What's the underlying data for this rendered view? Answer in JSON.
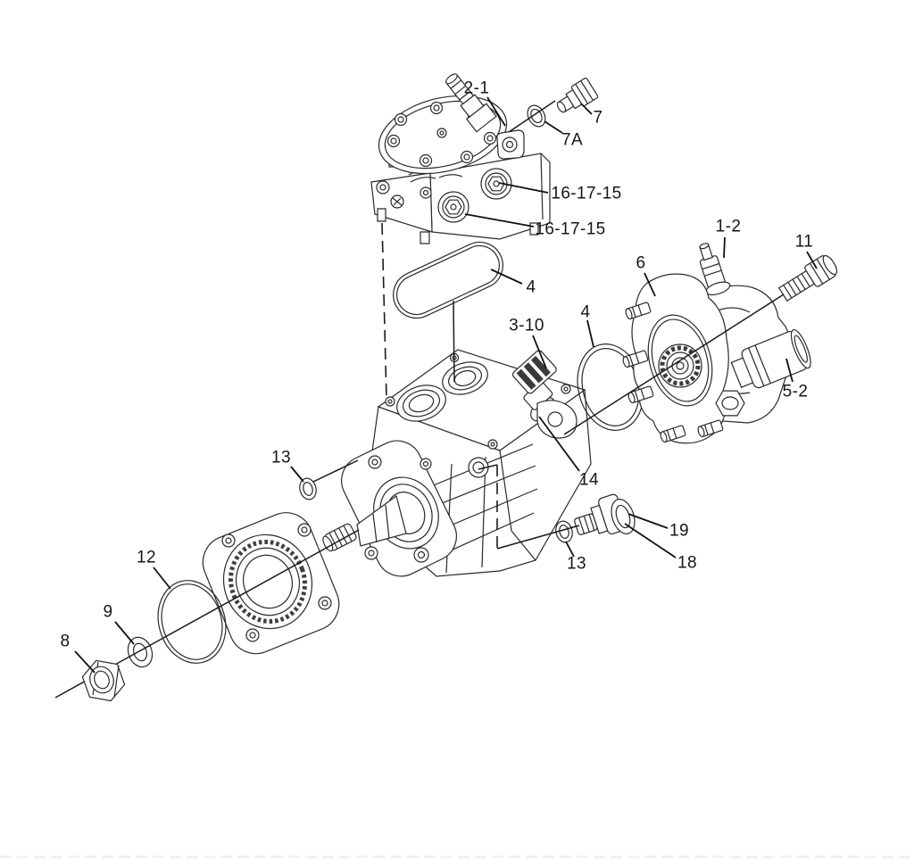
{
  "figure": {
    "type": "exploded-parts-diagram",
    "subject": "fuel-injection-pump-assembly",
    "background_color": "#ffffff",
    "line_color": "#1a1a1a"
  },
  "callouts": [
    {
      "id": "2-1",
      "text": "2-1"
    },
    {
      "id": "7",
      "text": "7"
    },
    {
      "id": "7A",
      "text": "7A"
    },
    {
      "id": "16-17-15-a",
      "text": "16-17-15"
    },
    {
      "id": "16-17-15-b",
      "text": "16-17-15"
    },
    {
      "id": "4-gasket",
      "text": "4"
    },
    {
      "id": "1-2",
      "text": "1-2"
    },
    {
      "id": "11",
      "text": "11"
    },
    {
      "id": "6",
      "text": "6"
    },
    {
      "id": "4-oring",
      "text": "4"
    },
    {
      "id": "3-10",
      "text": "3-10"
    },
    {
      "id": "5-2",
      "text": "5-2"
    },
    {
      "id": "14",
      "text": "14"
    },
    {
      "id": "13-left",
      "text": "13"
    },
    {
      "id": "13-bottom",
      "text": "13"
    },
    {
      "id": "12",
      "text": "12"
    },
    {
      "id": "9",
      "text": "9"
    },
    {
      "id": "8",
      "text": "8"
    },
    {
      "id": "19",
      "text": "19"
    },
    {
      "id": "18",
      "text": "18"
    }
  ]
}
